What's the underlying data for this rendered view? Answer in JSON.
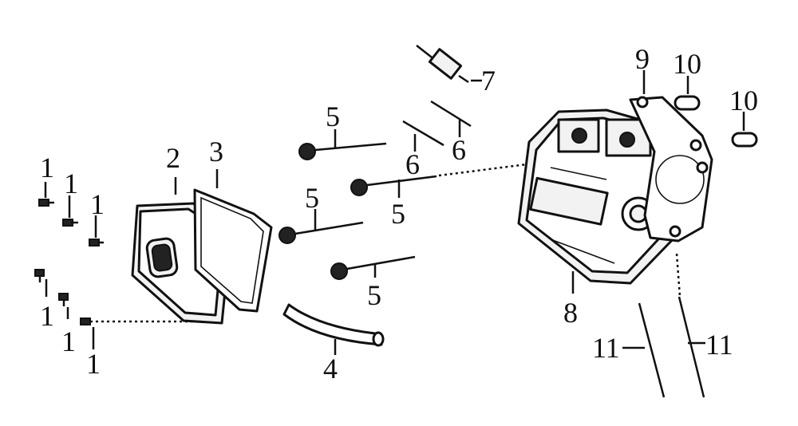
{
  "diagram": {
    "labels": {
      "l1a": "1",
      "l1b": "1",
      "l1c": "1",
      "l1d": "1",
      "l1e": "1",
      "l1f": "1",
      "l2": "2",
      "l3": "3",
      "l4": "4",
      "l5a": "5",
      "l5b": "5",
      "l5c": "5",
      "l5d": "5",
      "l6a": "6",
      "l6b": "6",
      "l7": "7",
      "l8": "8",
      "l9": "9",
      "l10a": "10",
      "l10b": "10",
      "l11a": "11",
      "l11b": "11"
    }
  }
}
